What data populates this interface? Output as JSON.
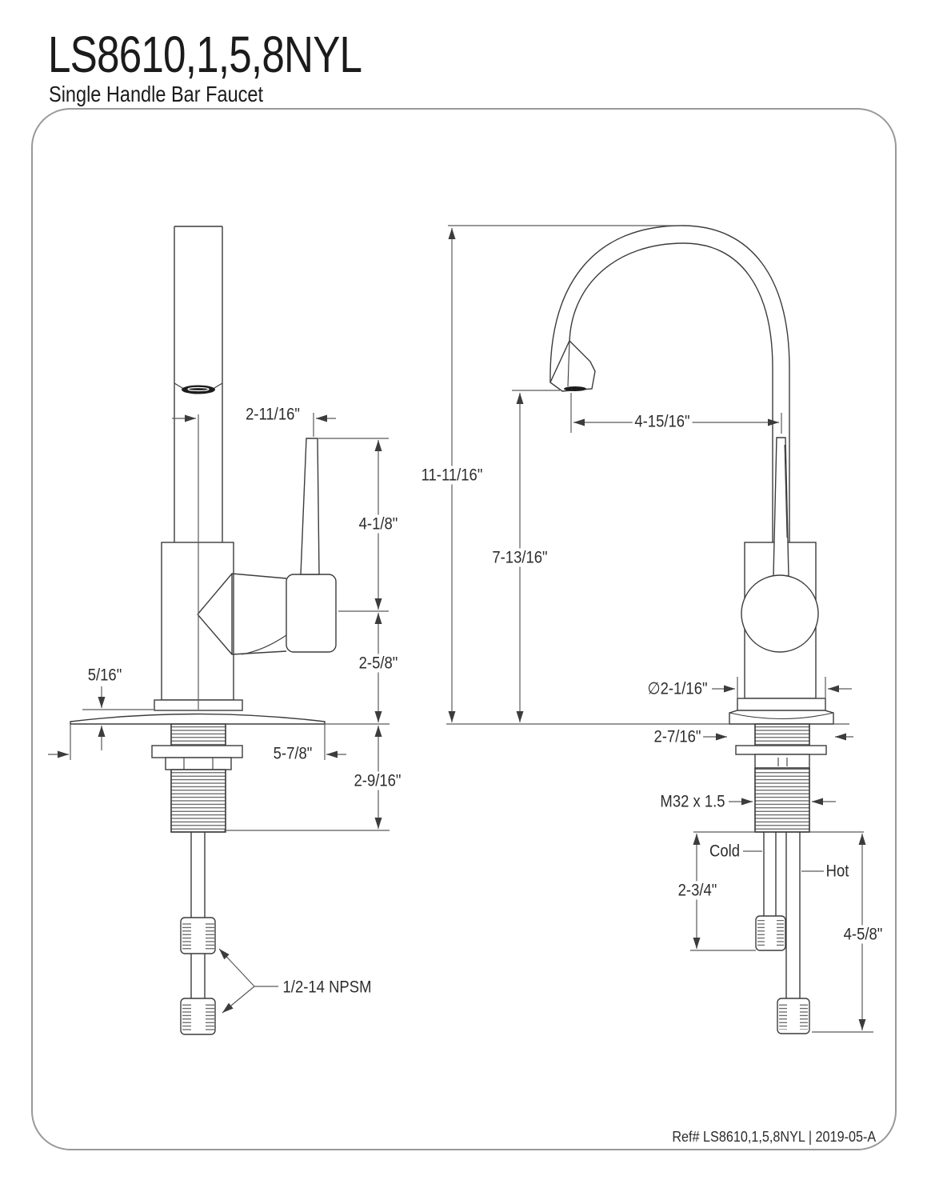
{
  "header": {
    "model": "LS8610,1,5,8NYL",
    "subtitle": "Single Handle Bar Faucet"
  },
  "footer": {
    "ref": "Ref# LS8610,1,5,8NYL | 2019-05-A"
  },
  "dimensions": {
    "side": {
      "spout_offset": "2-11/16\"",
      "handle_height": "4-1/8\"",
      "body_height": "2-5/8\"",
      "plate_thickness": "5/16\"",
      "plate_width": "5-7/8\"",
      "shank_length": "2-9/16\"",
      "supply_thread": "1/2-14 NPSM"
    },
    "front": {
      "overall_height": "11-11/16\"",
      "spout_height": "7-13/16\"",
      "spout_reach": "4-15/16\"",
      "body_diameter": "∅2-1/16\"",
      "base_width": "2-7/16\"",
      "shank_thread": "M32 x 1.5",
      "cold_label": "Cold",
      "hot_label": "Hot",
      "cold_tube_length": "2-3/4\"",
      "hot_tube_length": "4-5/8\""
    }
  }
}
